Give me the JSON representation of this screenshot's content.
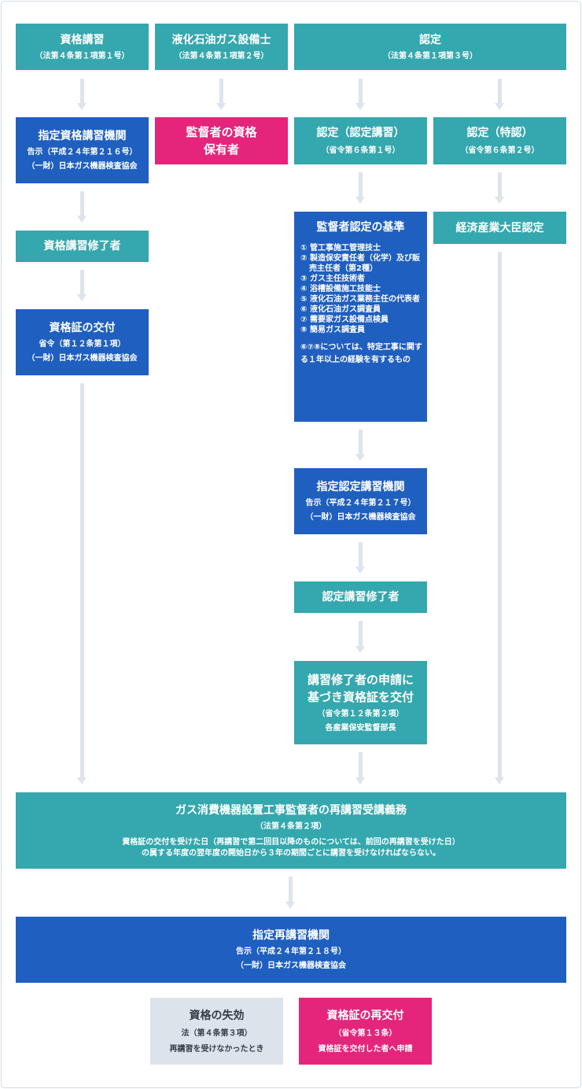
{
  "row1": {
    "koushu": {
      "title": "資格講習",
      "sub": "（法第４条第１項第１号）"
    },
    "ekika": {
      "title": "液化石油ガス設備士",
      "sub": "（法第４条第１項第２号）"
    },
    "nintei": {
      "title": "認定",
      "sub": "（法第４条第１項第３号）"
    }
  },
  "col1": {
    "kikan": {
      "title": "指定資格講習機関",
      "line1": "告示（平成２４年第２１６号）",
      "line2": "（一財）日本ガス機器検査協会"
    },
    "shuryo": {
      "title": "資格講習修了者"
    },
    "koufu": {
      "title": "資格証の交付",
      "line1": "省令（第１２条第１項）",
      "line2": "（一財）日本ガス機器検査協会"
    }
  },
  "col2": {
    "hoyu": {
      "line1": "監督者の資格",
      "line2": "保有者"
    }
  },
  "col3": {
    "nintei_koushu": {
      "title": "認定（認定講習）",
      "sub": "（省令第６条第１号）"
    },
    "kijun": {
      "title": "監督者認定の基準",
      "items": [
        "① 管工事施工管理技士",
        "② 製造保安責任者（化学）及び販売主任者（第2種）",
        "③ ガス主任技術者",
        "④ 浴槽設備施工技能士",
        "⑤ 液化石油ガス業務主任の代表者",
        "⑥ 液化石油ガス調査員",
        "⑦ 需要家ガス設備点検員",
        "⑧ 簡易ガス調査員"
      ],
      "note": "⑥⑦⑧については、特定工事に関する１年以上の経験を有するもの"
    },
    "shitei_nintei": {
      "title": "指定認定講習機関",
      "line1": "告示（平成２４年第２１７号）",
      "line2": "（一財）日本ガス機器検査協会"
    },
    "nintei_shuryo": {
      "title": "認定講習修了者"
    },
    "shinsei": {
      "line1": "講習修了者の申請に",
      "line2": "基づき資格証を交付",
      "sub1": "（省令第１２条第２項）",
      "sub2": "各産業保安監督部長"
    }
  },
  "col4": {
    "tokunin": {
      "title": "認定（特認）",
      "sub": "（省令第６条第２号）"
    },
    "daijin": {
      "title": "経済産業大臣認定"
    }
  },
  "wide": {
    "gimu": {
      "title": "ガス消費機器設置工事監督者の再講習受講義務",
      "sub": "（法第４条第２項）",
      "body1": "資格証の交付を受けた日（再講習で第二回目以降のものについては、前回の再講習を受けた日）",
      "body2": "の属する年度の翌年度の開始日から３年の期間ごとに講習を受けなければならない。"
    },
    "saikoushu": {
      "title": "指定再講習機関",
      "line1": "告示（平成２４年第２１８号）",
      "line2": "（一財）日本ガス機器検査協会"
    }
  },
  "bottom": {
    "shikko": {
      "title": "資格の失効",
      "line1": "法（第４条第３項）",
      "line2": "再講習を受けなかったとき"
    },
    "saikoufu": {
      "title": "資格証の再交付",
      "line1": "（省令第１３条）",
      "line2": "資格証を交付した者へ申請"
    }
  },
  "colors": {
    "teal": "#35a7ae",
    "blue": "#1f5fbf",
    "pink": "#e5257c",
    "gray": "#dde3ea",
    "arrow": "#dde4ec"
  }
}
